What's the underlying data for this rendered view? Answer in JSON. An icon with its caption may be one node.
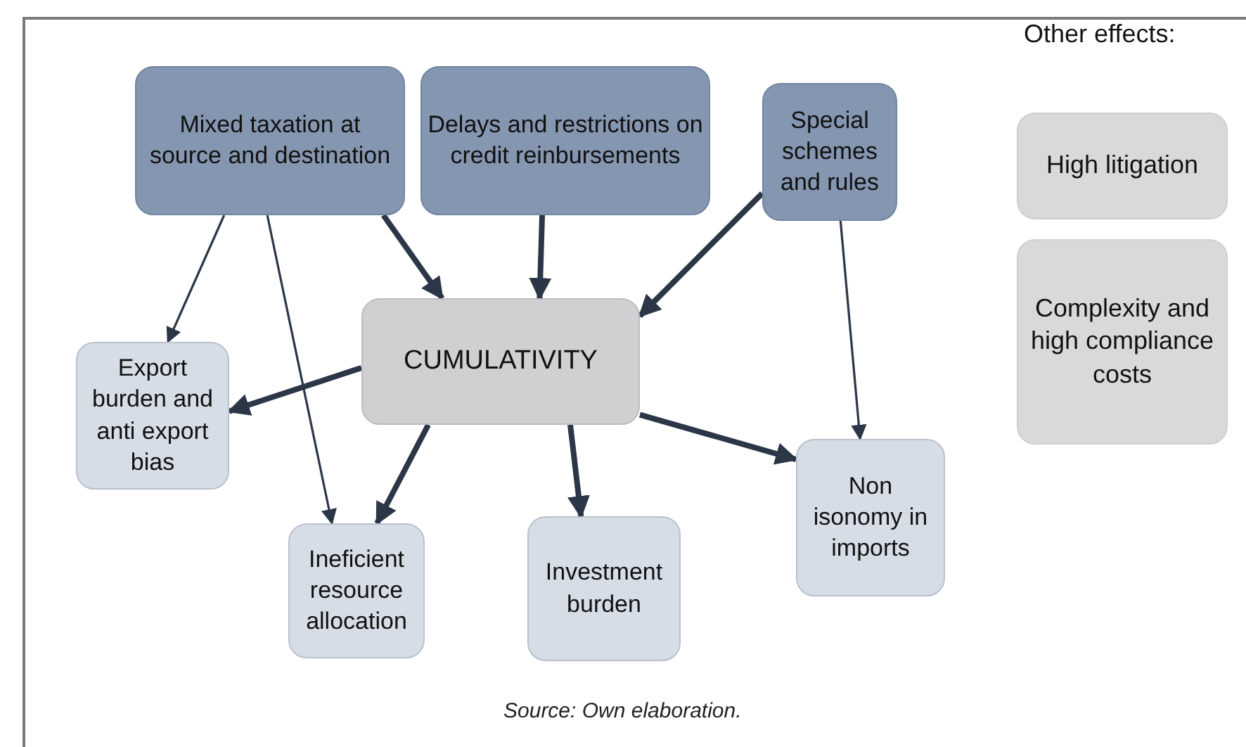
{
  "diagram": {
    "nodes": [
      {
        "text": [
          "Mixed taxation at source and destination"
        ]
      },
      {
        "text": [
          "Delays and restrictions on credit reinbursements"
        ]
      },
      {
        "text": [
          "Special schemes and rules"
        ]
      },
      {
        "text": [
          "CUMULATIVITY"
        ]
      },
      {
        "text": [
          "Export burden and anti export bias"
        ]
      },
      {
        "text": [
          "Ineficient resource allocation"
        ]
      },
      {
        "text": [
          "Investment burden"
        ]
      },
      {
        "text": [
          "Non isonomy in imports"
        ]
      },
      {
        "text": [
          "High litigation"
        ]
      },
      {
        "text": [
          "Complexity and high compliance costs"
        ]
      }
    ],
    "edges": [
      {
        "from": 0,
        "to": 4,
        "arrow": "to"
      },
      {
        "from": 0,
        "to": 5,
        "arrow": "to"
      },
      {
        "from": 0,
        "to": 3,
        "arrow": "to"
      },
      {
        "from": 1,
        "to": 3,
        "arrow": "to"
      },
      {
        "from": 2,
        "to": 3,
        "arrow": "to"
      },
      {
        "from": 2,
        "to": 7,
        "arrow": "to"
      },
      {
        "from": 3,
        "to": 4,
        "arrow": "to"
      },
      {
        "from": 3,
        "to": 5,
        "arrow": "to"
      },
      {
        "from": 3,
        "to": 6,
        "arrow": "to"
      },
      {
        "from": 3,
        "to": 7,
        "arrow": "to"
      }
    ],
    "labels": [
      "Other effects:"
    ],
    "caption": "Source: Own elaboration."
  }
}
